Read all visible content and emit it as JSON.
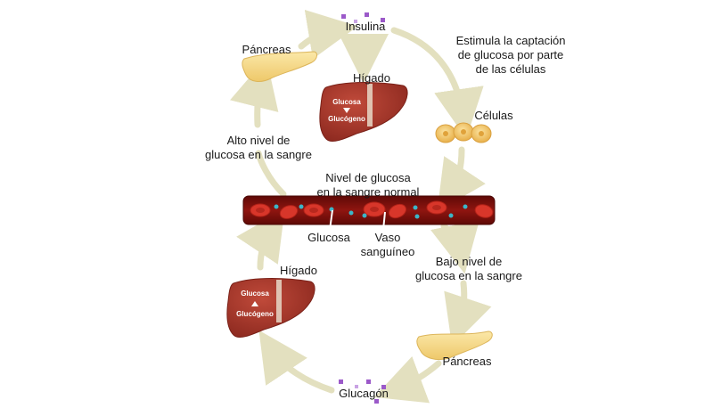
{
  "labels": {
    "insulin": "Insulina",
    "pancreas_top": "Páncreas",
    "liver_top": "Hígado",
    "stimulate_line1": "Estimula la captación",
    "stimulate_line2": "de glucosa por parte",
    "stimulate_line3": "de las células",
    "cells": "Células",
    "high_line1": "Alto nivel de",
    "high_line2": "glucosa en la sangre",
    "normal_line1": "Nivel de glucosa",
    "normal_line2": "en la sangre normal",
    "glucose": "Glucosa",
    "vessel_line1": "Vaso",
    "vessel_line2": "sanguíneo",
    "low_line1": "Bajo nivel de",
    "low_line2": "glucosa en la sangre",
    "liver_bottom": "Hígado",
    "pancreas_bottom": "Páncreas",
    "glucagon": "Glucagón"
  },
  "liver_top": {
    "from": "Glucosa",
    "to": "Glucógeno"
  },
  "liver_bottom": {
    "from": "Glucosa",
    "to": "Glucógeno"
  },
  "colors": {
    "arrow": "#e3e0bf",
    "liver": "#a8392c",
    "pancreas": "#f7dc8c",
    "vessel": "#7a0f0a",
    "rbc": "#d8362a",
    "glucose_dot": "#3cb6c8",
    "hormone": "#9b59c9",
    "cell": "#f2c15a"
  }
}
